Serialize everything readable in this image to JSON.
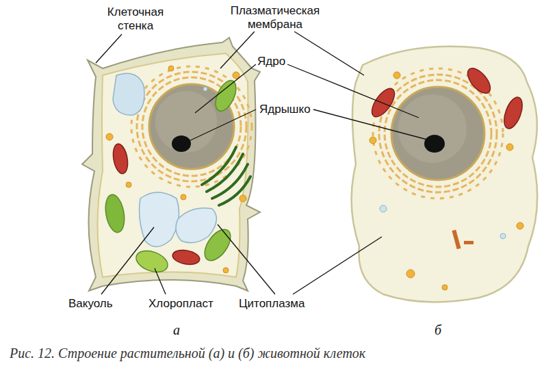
{
  "diagram": {
    "caption": "Рис. 12. Строение растительной (а) и (б) животной клеток",
    "labels": [
      "Клеточная стенка",
      "Плазматическая мембрана",
      "Ядро",
      "Ядрышко",
      "Вакуоль",
      "Хлоропласт",
      "Цитоплазма",
      "а",
      "б"
    ]
  }
}
